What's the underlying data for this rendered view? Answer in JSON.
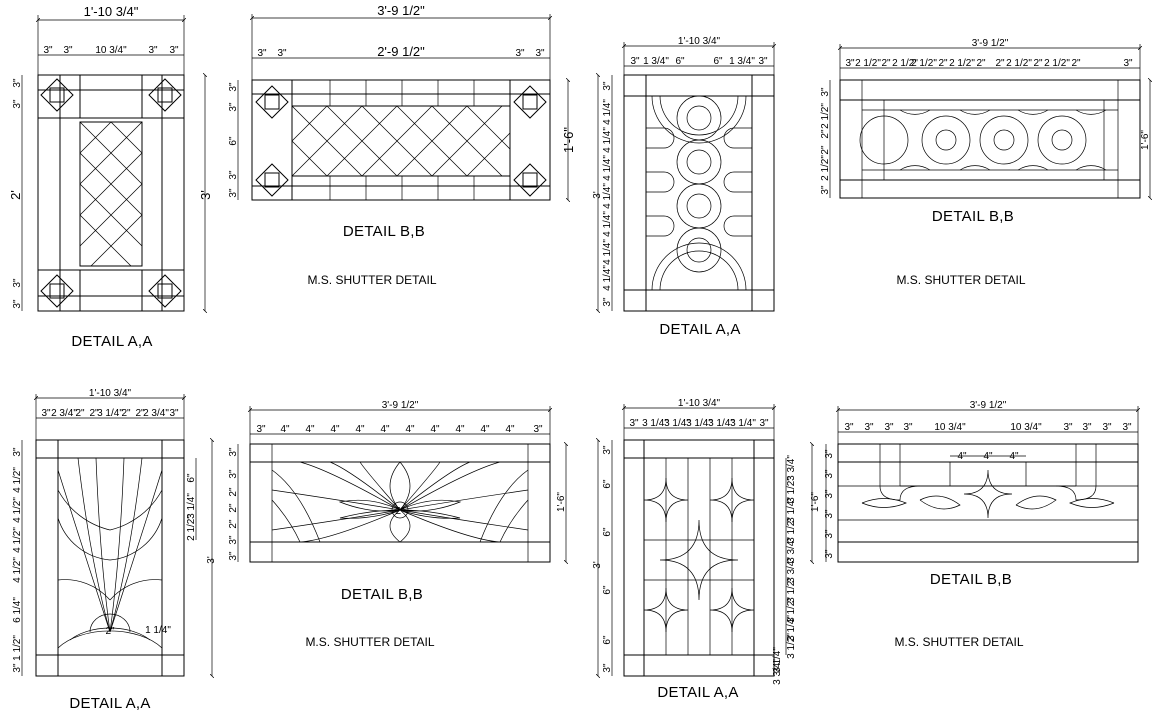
{
  "colors": {
    "line": "#000000",
    "background": "#ffffff"
  },
  "panels": [
    {
      "title": "DETAIL A,A",
      "top_width": "1'-10 3/4\"",
      "top_segments": [
        "3\"",
        "3\"",
        "10 3/4\"",
        "3\"",
        "3\""
      ],
      "height": "3'",
      "left_segments": [
        "3\"",
        "3\"",
        "2'",
        "3\"",
        "3\""
      ]
    },
    {
      "title": "DETAIL B,B",
      "subtitle": "M.S. SHUTTER DETAIL",
      "top_width": "3'-9 1/2\"",
      "top_segments": [
        "3\"",
        "3\"",
        "2'-9 1/2\"",
        "3\"",
        "3\""
      ],
      "height": "1'-6\"",
      "left_segments": [
        "3\"",
        "3\"",
        "6\"",
        "3\"",
        "3\""
      ]
    },
    {
      "title": "DETAIL A,A",
      "top_width": "1'-10 3/4\"",
      "top_segments": [
        "3\"",
        "1 3/4\"",
        "6\"",
        "6\"",
        "1 3/4\"",
        "3\""
      ],
      "height": "3'",
      "left_segments": [
        "3\"",
        "4 1/4\"",
        "4 1/4\"",
        "4 1/4\"",
        "4 1/4\"",
        "4 1/4\"",
        "4 1/4\"",
        "4 1/4\"",
        "3\""
      ]
    },
    {
      "title": "DETAIL B,B",
      "subtitle": "M.S. SHUTTER DETAIL",
      "top_width": "3'-9 1/2\"",
      "top_segments": [
        "3\"",
        "2 1/2\"",
        "2\"",
        "2 1/2\"",
        "2 1/2\"",
        "2\"",
        "2 1/2\"",
        "2\"",
        "2\"",
        "2 1/2\"",
        "2\"",
        "2 1/2\"",
        "2\"",
        "3\""
      ],
      "height": "1'-6\"",
      "left_segments": [
        "3\"",
        "2 1/2\"",
        "2\"",
        "2\"",
        "2 1/2\"",
        "3\""
      ]
    },
    {
      "title": "DETAIL A,A",
      "top_width": "1'-10 3/4\"",
      "top_segments": [
        "3\"",
        "2 3/4\"",
        "2\"",
        "2\"",
        "3 1/4\"",
        "2\"",
        "2\"",
        "2 3/4\"",
        "3\""
      ],
      "height": "3'",
      "left_segments": [
        "3\"",
        "4 1/2\"",
        "4 1/2\"",
        "4 1/2\"",
        "4 1/2\"",
        "6 1/4\"",
        "1 1/2\"",
        "3\""
      ],
      "right_segments": [
        "6\"",
        "3 1/4\"",
        "2 1/2\""
      ],
      "center_label": "2\"",
      "small_label": "1 1/4\""
    },
    {
      "title": "DETAIL B,B",
      "subtitle": "M.S. SHUTTER DETAIL",
      "top_width": "3'-9 1/2\"",
      "top_segments": [
        "3\"",
        "4\"",
        "4\"",
        "4\"",
        "4\"",
        "4\"",
        "4\"",
        "4\"",
        "4\"",
        "4\"",
        "4\"",
        "3\""
      ],
      "height": "1'-6\"",
      "left_segments": [
        "3\"",
        "3\"",
        "2\"",
        "2\"",
        "2\"",
        "3\"",
        "3\""
      ],
      "center_label": "2\""
    },
    {
      "title": "DETAIL A,A",
      "top_width": "1'-10 3/4\"",
      "top_segments": [
        "3\"",
        "3 1/4\"",
        "3 1/4\"",
        "3 1/4\"",
        "3 1/4\"",
        "3 1/4\"",
        "3\""
      ],
      "height": "3'",
      "left_segments": [
        "3\"",
        "6\"",
        "6\"",
        "6\"",
        "6\"",
        "3\""
      ],
      "right_segments": [
        "3 3/4\"",
        "3 1/2\"",
        "3 1/4\"",
        "3 1/2\"",
        "3 3/4\"",
        "3 3/4\"",
        "3 1/2\"",
        "3 1/2\"",
        "3 1/4\"",
        "3 1/2\"",
        "3 1/4\"",
        "3 3/4\""
      ]
    },
    {
      "title": "DETAIL B,B",
      "subtitle": "M.S. SHUTTER DETAIL",
      "top_width": "3'-9 1/2\"",
      "top_segments": [
        "3\"",
        "3\"",
        "3\"",
        "3\"",
        "10 3/4\"",
        "10 3/4\"",
        "3\"",
        "3\"",
        "3\"",
        "3\""
      ],
      "inner_segments": [
        "4\"",
        "4\"",
        "4\""
      ],
      "height": "1'-6\"",
      "left_segments": [
        "3\"",
        "3\"",
        "3\"",
        "3\"",
        "3\"",
        "3\""
      ]
    }
  ]
}
